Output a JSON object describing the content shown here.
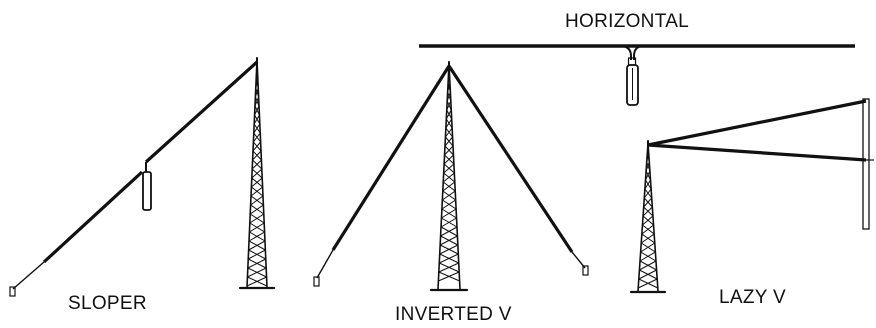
{
  "labels": {
    "horizontal": "HORIZONTAL",
    "sloper": "SLOPER",
    "inverted_v": "INVERTED V",
    "lazy_v": "LAZY V"
  },
  "colors": {
    "ink": "#111111",
    "background": "#ffffff"
  }
}
